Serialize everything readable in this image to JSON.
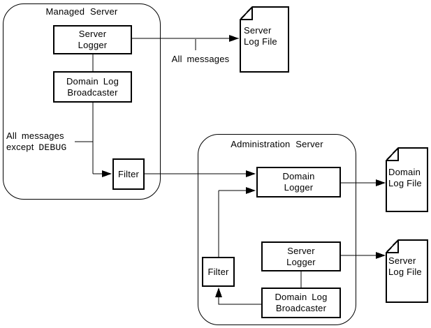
{
  "colors": {
    "ink": "#000000",
    "bg": "#ffffff"
  },
  "containers": {
    "managed": {
      "title": "Managed Server"
    },
    "admin": {
      "title": "Administration Server"
    }
  },
  "nodes": {
    "server_logger_1": [
      "Server",
      "Logger"
    ],
    "domain_broadcaster_1": [
      "Domain Log",
      "Broadcaster"
    ],
    "filter_1": [
      "Filter"
    ],
    "domain_logger": [
      "Domain",
      "Logger"
    ],
    "server_logger_2": [
      "Server",
      "Logger"
    ],
    "domain_broadcaster_2": [
      "Domain Log",
      "Broadcaster"
    ],
    "filter_2": [
      "Filter"
    ]
  },
  "docs": {
    "server_log_file_1": [
      "Server",
      "Log File"
    ],
    "domain_log_file": [
      "Domain",
      "Log File"
    ],
    "server_log_file_2": [
      "Server",
      "Log File"
    ]
  },
  "annotations": {
    "all_messages": "All messages",
    "except_line1": "All messages",
    "except_word": "except",
    "except_code": "DEBUG"
  }
}
